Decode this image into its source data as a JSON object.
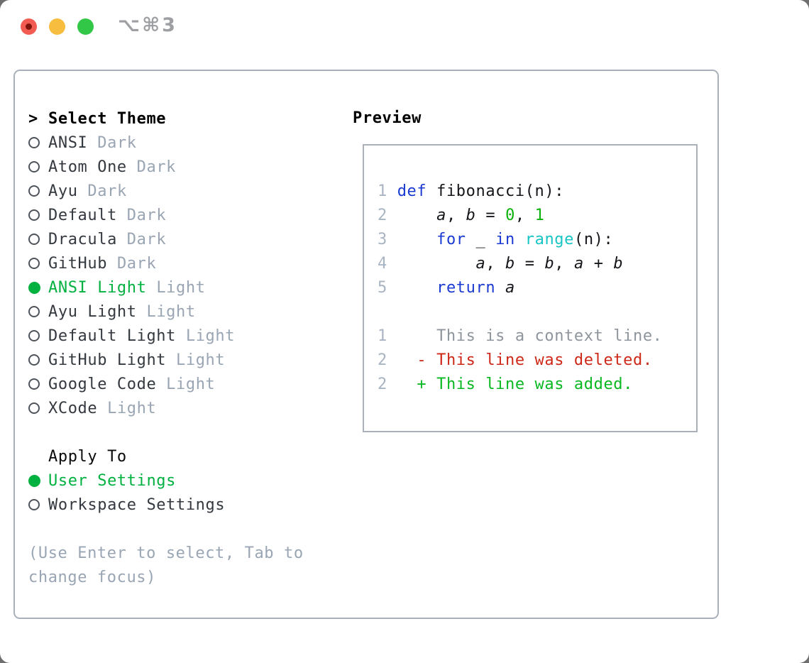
{
  "window": {
    "title": "⌥⌘3",
    "traffic_lights": {
      "close_color": "#f15b51",
      "close_dot_color": "#7d150c",
      "minimize_color": "#f6bd3e",
      "maximize_color": "#33c748"
    }
  },
  "theme_selector": {
    "header_prefix": ">",
    "header": "Select Theme",
    "items": [
      {
        "name": "ANSI",
        "variant": "Dark",
        "selected": false
      },
      {
        "name": "Atom One",
        "variant": "Dark",
        "selected": false
      },
      {
        "name": "Ayu",
        "variant": "Dark",
        "selected": false
      },
      {
        "name": "Default",
        "variant": "Dark",
        "selected": false
      },
      {
        "name": "Dracula",
        "variant": "Dark",
        "selected": false
      },
      {
        "name": "GitHub",
        "variant": "Dark",
        "selected": false
      },
      {
        "name": "ANSI Light",
        "variant": "Light",
        "selected": true
      },
      {
        "name": "Ayu Light",
        "variant": "Light",
        "selected": false
      },
      {
        "name": "Default Light",
        "variant": "Light",
        "selected": false
      },
      {
        "name": "GitHub Light",
        "variant": "Light",
        "selected": false
      },
      {
        "name": "Google Code",
        "variant": "Light",
        "selected": false
      },
      {
        "name": "XCode",
        "variant": "Light",
        "selected": false
      }
    ]
  },
  "apply_to": {
    "header": "Apply To",
    "options": [
      {
        "label": "User Settings",
        "selected": true
      },
      {
        "label": "Workspace Settings",
        "selected": false
      }
    ]
  },
  "hint": {
    "line1": "(Use Enter to select, Tab to",
    "line2": "change focus)"
  },
  "preview": {
    "header": "Preview",
    "lines": [
      {
        "num": "1",
        "tokens": [
          [
            "kw",
            "def"
          ],
          [
            "plain",
            " fibonacci(n):"
          ]
        ]
      },
      {
        "num": "2",
        "tokens": [
          [
            "plain",
            "    "
          ],
          [
            "var",
            "a"
          ],
          [
            "plain",
            ", "
          ],
          [
            "var",
            "b"
          ],
          [
            "plain",
            " = "
          ],
          [
            "lit",
            "0"
          ],
          [
            "plain",
            ", "
          ],
          [
            "lit",
            "1"
          ]
        ]
      },
      {
        "num": "3",
        "tokens": [
          [
            "plain",
            "    "
          ],
          [
            "kw",
            "for"
          ],
          [
            "plain",
            " _ "
          ],
          [
            "kw",
            "in"
          ],
          [
            "plain",
            " "
          ],
          [
            "builtin",
            "range"
          ],
          [
            "plain",
            "(n):"
          ]
        ]
      },
      {
        "num": "4",
        "tokens": [
          [
            "plain",
            "        "
          ],
          [
            "var",
            "a"
          ],
          [
            "plain",
            ", "
          ],
          [
            "var",
            "b"
          ],
          [
            "plain",
            " = "
          ],
          [
            "var",
            "b"
          ],
          [
            "plain",
            ", "
          ],
          [
            "var",
            "a"
          ],
          [
            "plain",
            " + "
          ],
          [
            "var",
            "b"
          ]
        ]
      },
      {
        "num": "5",
        "tokens": [
          [
            "plain",
            "    "
          ],
          [
            "kw",
            "return"
          ],
          [
            "plain",
            " "
          ],
          [
            "var",
            "a"
          ]
        ]
      },
      {
        "num": "",
        "tokens": []
      },
      {
        "num": "1",
        "tokens": [
          [
            "ctx",
            "    This is a context line."
          ]
        ]
      },
      {
        "num": "2",
        "tokens": [
          [
            "plain",
            "  "
          ],
          [
            "del",
            "- This line was deleted."
          ]
        ]
      },
      {
        "num": "2",
        "tokens": [
          [
            "plain",
            "  "
          ],
          [
            "add",
            "+ This line was added."
          ]
        ]
      }
    ]
  },
  "colors": {
    "selection_green": "#00b140",
    "keyword_blue": "#1b3ad2",
    "builtin_cyan": "#18c5c5",
    "literal_green": "#0cb20c",
    "deleted_red": "#cd2818",
    "added_green": "#0ab822",
    "muted_gray": "#9aa5b3",
    "line_number_gray": "#a9b4c2",
    "border_gray": "#a9b0b9"
  }
}
